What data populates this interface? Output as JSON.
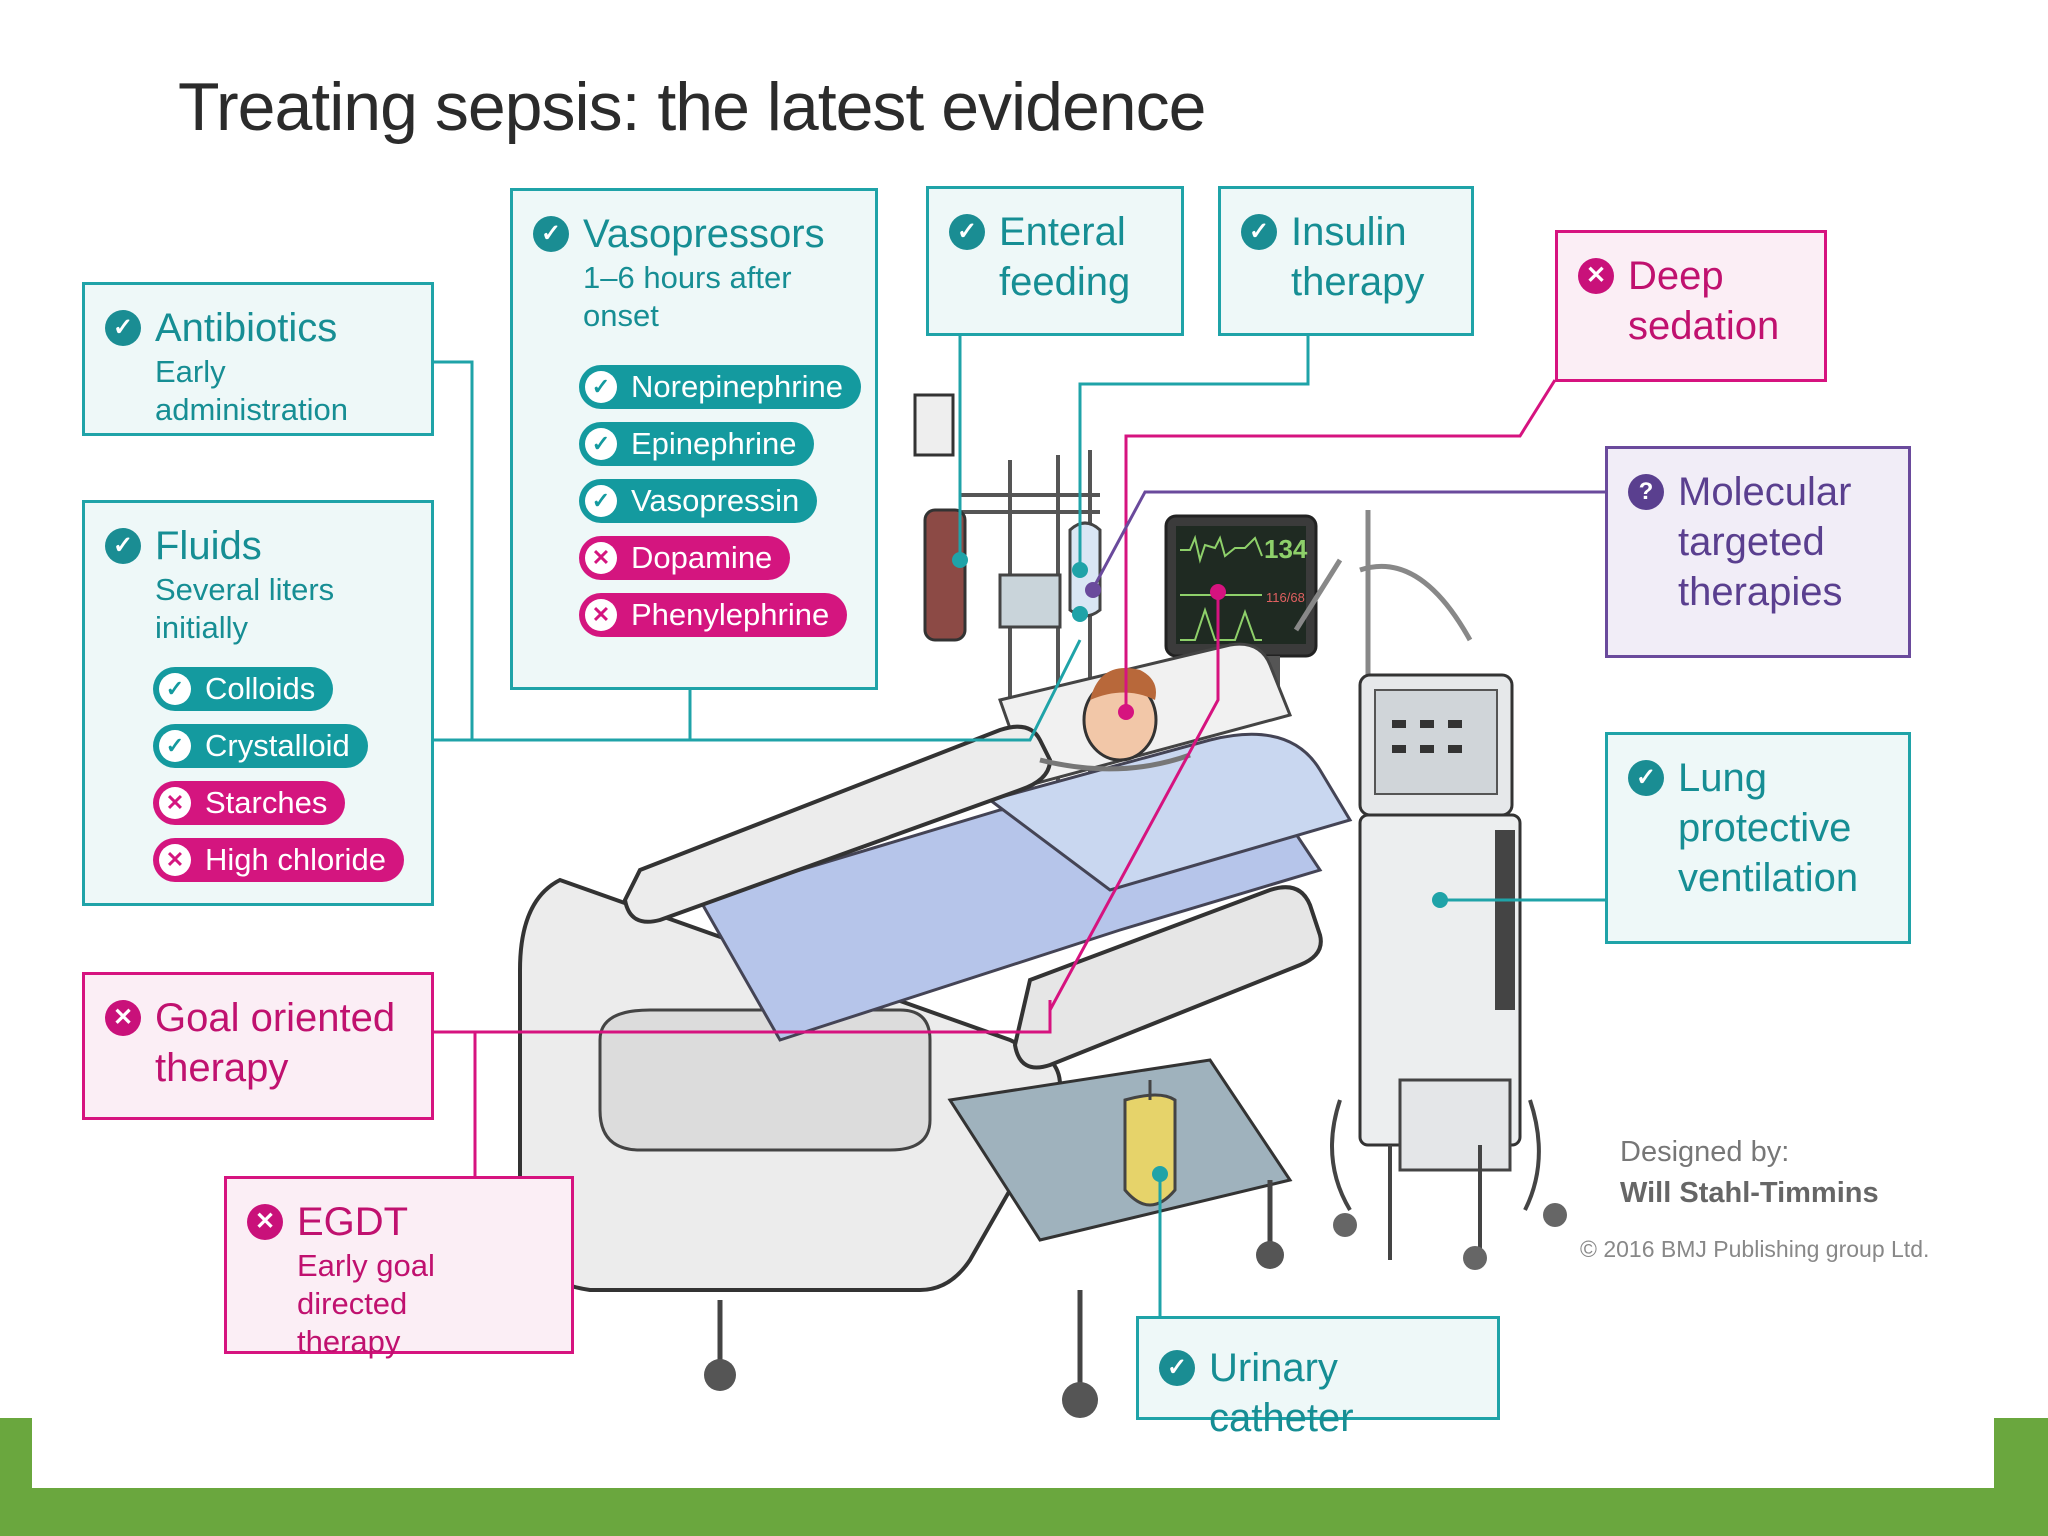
{
  "title": "Treating sepsis: the latest evidence",
  "colors": {
    "support": "#1fa3a8",
    "against": "#d6137f",
    "uncertain": "#6a4a9c",
    "band": "#6aa73e"
  },
  "icons": {
    "check": "✓",
    "cross": "✕",
    "question": "?"
  },
  "boxes": {
    "antibiotics": {
      "title": "Antibiotics",
      "sub": "Early administration"
    },
    "fluids": {
      "title": "Fluids",
      "sub": "Several liters initially",
      "items": [
        "Colloids",
        "Crystalloid",
        "Starches",
        "High chloride"
      ]
    },
    "vasopressors": {
      "title": "Vasopressors",
      "sub": "1–6 hours after\nonset",
      "items": [
        "Norepinephrine",
        "Epinephrine",
        "Vasopressin",
        "Dopamine",
        "Phenylephrine"
      ]
    },
    "enteral": {
      "title": "Enteral\nfeeding"
    },
    "insulin": {
      "title": "Insulin\ntherapy"
    },
    "sedation": {
      "title": "Deep\nsedation"
    },
    "molecular": {
      "title": "Molecular\ntargeted\ntherapies"
    },
    "lung": {
      "title": "Lung\nprotective\nventilation"
    },
    "goal": {
      "title": "Goal oriented\ntherapy"
    },
    "egdt": {
      "title": "EGDT",
      "sub": "Early goal directed\ntherapy"
    },
    "urinary": {
      "title": "Urinary catheter"
    }
  },
  "monitor": {
    "heart_rate": "134",
    "bp": "116/68"
  },
  "credit": {
    "label": "Designed by:",
    "name": "Will Stahl-Timmins",
    "copyright": "© 2016 BMJ Publishing group Ltd."
  }
}
